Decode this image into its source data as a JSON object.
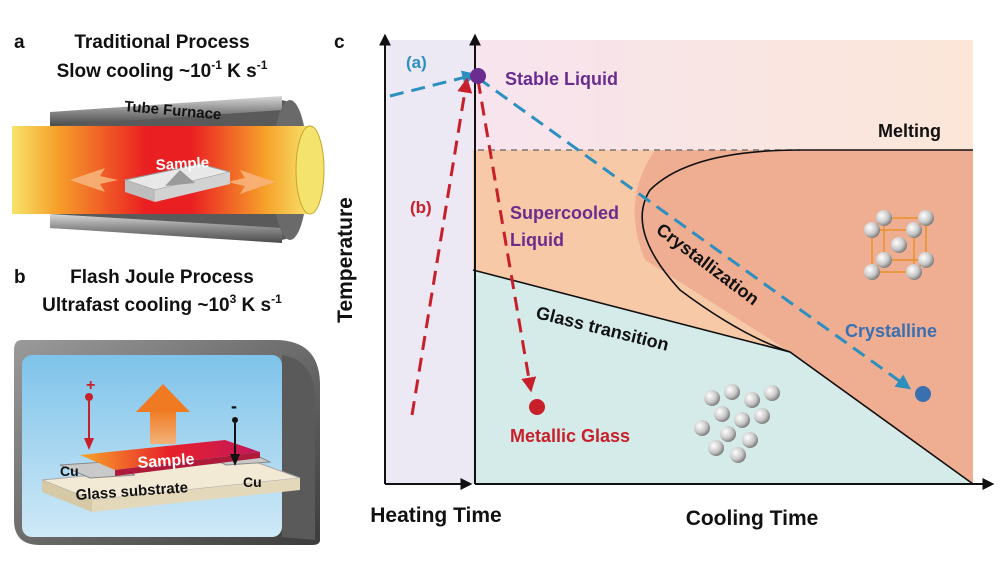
{
  "panel_a": {
    "letter": "a",
    "title": "Traditional Process",
    "subtitle_prefix": "Slow cooling ~10",
    "subtitle_exp": "-1",
    "subtitle_suffix": " K s",
    "subtitle_unit_exp": "-1",
    "furnace_label": "Tube Furnace",
    "sample_label": "Sample"
  },
  "panel_b": {
    "letter": "b",
    "title": "Flash Joule Process",
    "subtitle_prefix": "Ultrafast cooling ~10",
    "subtitle_exp": "3",
    "subtitle_suffix": " K s",
    "subtitle_unit_exp": "-1",
    "sample_label": "Sample",
    "cu_left": "Cu",
    "cu_right": "Cu",
    "substrate_label": "Glass substrate",
    "plus_sign": "+",
    "minus_sign": "-"
  },
  "panel_c": {
    "letter": "c",
    "y_axis_label": "Temperature",
    "x_axis_heating": "Heating Time",
    "x_axis_cooling": "Cooling Time",
    "path_a_label": "(a)",
    "path_b_label": "(b)",
    "stable_liquid": "Stable Liquid",
    "melting": "Melting",
    "supercooled_line1": "Supercooled",
    "supercooled_line2": "Liquid",
    "crystallization": "Crystallization",
    "glass_transition": "Glass transition",
    "crystalline": "Crystalline",
    "metallic_glass": "Metallic Glass"
  },
  "colors": {
    "purple_text": "#6a2c8e",
    "red_path": "#c8202a",
    "blue_path": "#2d8fbf",
    "crystal_blue": "#3a6fb0",
    "liquid_bg": "#fbe3d6",
    "supercooled_fill": "#f7c9a6",
    "crystal_fill": "#efae92",
    "glass_fill": "#d4ebea",
    "heating_bg": "#ece8f4"
  }
}
